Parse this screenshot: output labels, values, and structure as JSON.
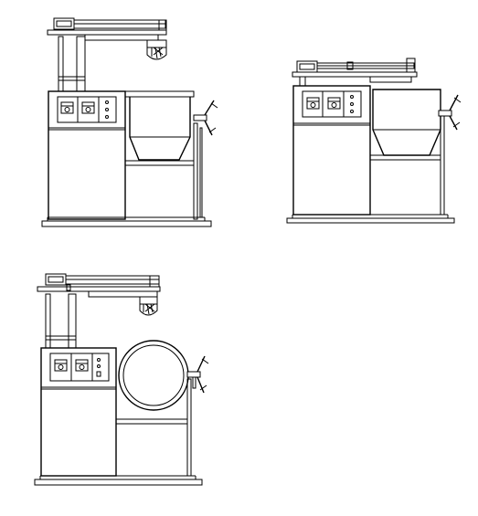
{
  "drawing": {
    "views": [
      {
        "view": "elevation-1",
        "lid": "open",
        "bowl": "conical"
      },
      {
        "view": "elevation-2",
        "lid": "closed",
        "bowl": "conical"
      },
      {
        "view": "elevation-3",
        "lid": "open",
        "bowl": "round"
      }
    ]
  },
  "colors": {
    "line": "#000000",
    "background": "#ffffff"
  }
}
